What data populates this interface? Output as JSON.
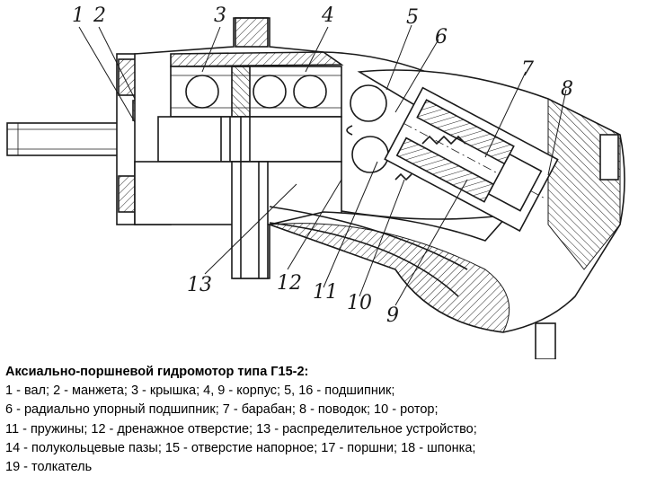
{
  "diagram": {
    "labels": [
      "1",
      "2",
      "3",
      "4",
      "5",
      "6",
      "7",
      "8",
      "9",
      "10",
      "11",
      "12",
      "13"
    ],
    "line_color": "#1a1a1a"
  },
  "caption": {
    "title": "Аксиально-поршневой гидромотор типа Г15-2:",
    "lines": [
      "1 - вал; 2 - манжета; 3 - крышка; 4, 9 - корпус; 5, 16 - подшипник;",
      "6 - радиально упорный подшипник; 7 - барабан; 8 - поводок; 10 - ротор;",
      "11 - пружины; 12 - дренажное отверстие; 13 - распределительное устройство;",
      "14 - полукольцевые пазы; 15 - отверстие напорное; 17 - поршни; 18 - шпонка;",
      "19 - толкатель"
    ]
  }
}
